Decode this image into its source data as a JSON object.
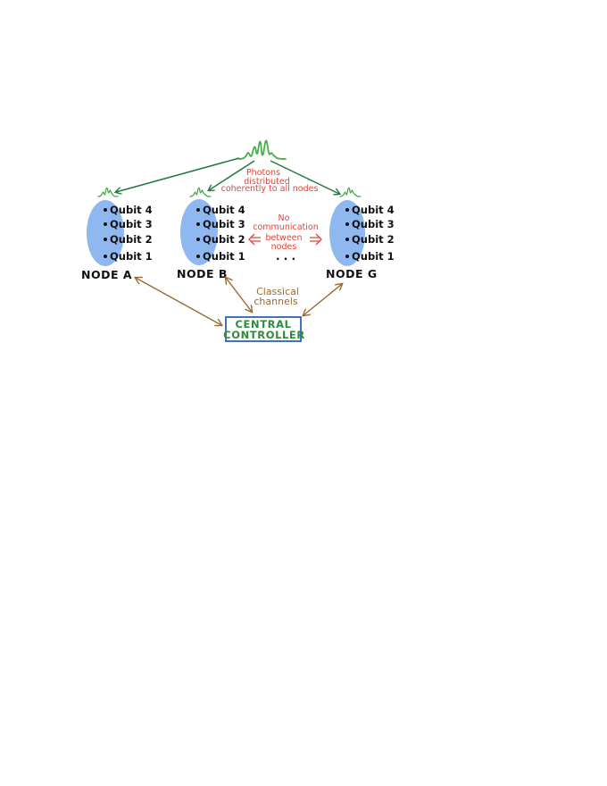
{
  "photon_note": [
    "Photons",
    "distributed",
    "coherently to all nodes"
  ],
  "no_comm_note": [
    "No",
    "communication",
    "between",
    "nodes"
  ],
  "ellipsis": ". . .",
  "classical_note": [
    "Classical",
    "channels"
  ],
  "controller": [
    "CENTRAL",
    "CONTROLLER"
  ],
  "nodes": [
    {
      "label": "NODE A",
      "qubits": [
        "Qubit 4",
        "Qubit 3",
        "Qubit 2",
        "Qubit 1"
      ]
    },
    {
      "label": "NODE B",
      "qubits": [
        "Qubit 4",
        "Qubit 3",
        "Qubit 2",
        "Qubit 1"
      ]
    },
    {
      "label": "NODE G",
      "qubits": [
        "Qubit 4",
        "Qubit 3",
        "Qubit 2",
        "Qubit 1"
      ]
    }
  ],
  "colors": {
    "node_fill": "#8fb8f0",
    "photon_green": "#4aad4a",
    "dark_green_arrow": "#1f7a3d",
    "red_note": "#e0443a",
    "brown_channel": "#9a6b35",
    "controller_border": "#2b63b8",
    "controller_text": "#2e8a3c"
  }
}
